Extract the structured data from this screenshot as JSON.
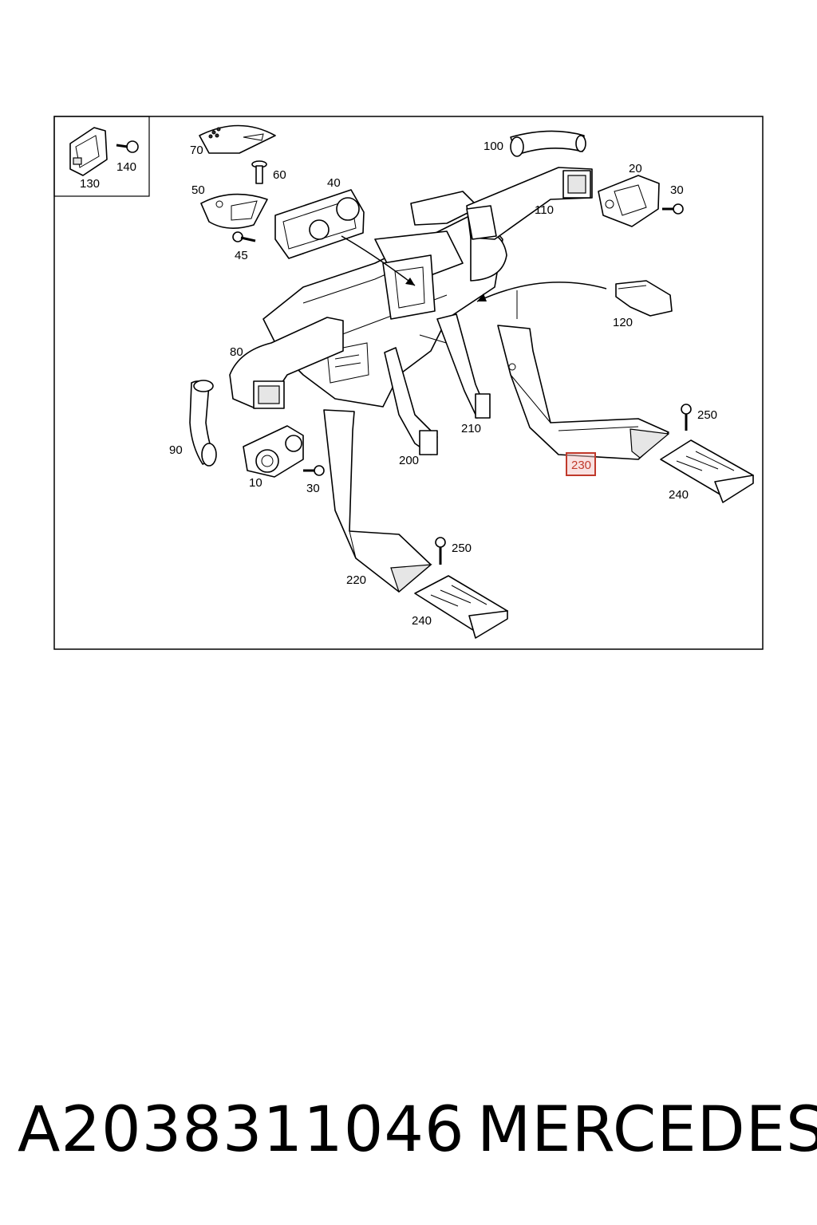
{
  "diagram": {
    "labels": {
      "l130": "130",
      "l140": "140",
      "l70": "70",
      "l60": "60",
      "l50": "50",
      "l40": "40",
      "l45": "45",
      "l100": "100",
      "l20": "20",
      "l30a": "30",
      "l110": "110",
      "l120": "120",
      "l80": "80",
      "l90": "90",
      "l10": "10",
      "l30b": "30",
      "l200": "200",
      "l210": "210",
      "l230": "230",
      "l250a": "250",
      "l240a": "240",
      "l250b": "250",
      "l220": "220",
      "l240b": "240"
    },
    "highlight_color": "#c0392b"
  },
  "footer": {
    "part_number": "A2038311046",
    "brand": "MERCEDES"
  }
}
